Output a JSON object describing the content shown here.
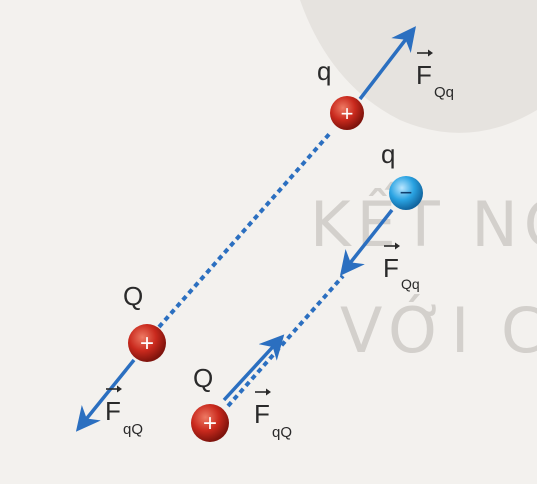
{
  "watermark": {
    "line1": "KẾT NỐI",
    "line2": "VỚI CU"
  },
  "pair_attract": {
    "charge_top": {
      "label": "q",
      "sign": "+"
    },
    "charge_bottom": {
      "label": "Q",
      "sign": "+"
    },
    "force_on_q": {
      "symbol": "F",
      "subscript": "Qq"
    },
    "force_on_Q": {
      "symbol": "F",
      "subscript": "qQ"
    }
  },
  "pair_repel": {
    "charge_top": {
      "label": "q",
      "sign": "−"
    },
    "charge_bottom": {
      "label": "Q",
      "sign": "+"
    },
    "force_on_q": {
      "symbol": "F",
      "subscript": "Qq"
    },
    "force_on_Q": {
      "symbol": "F",
      "subscript": "qQ"
    }
  },
  "colors": {
    "background": "#f3f1ee",
    "positive_charge": "#c9291d",
    "negative_charge": "#2aa3e2",
    "force_arrow": "#2b6fc0",
    "field_line": "#2b6fc0"
  }
}
